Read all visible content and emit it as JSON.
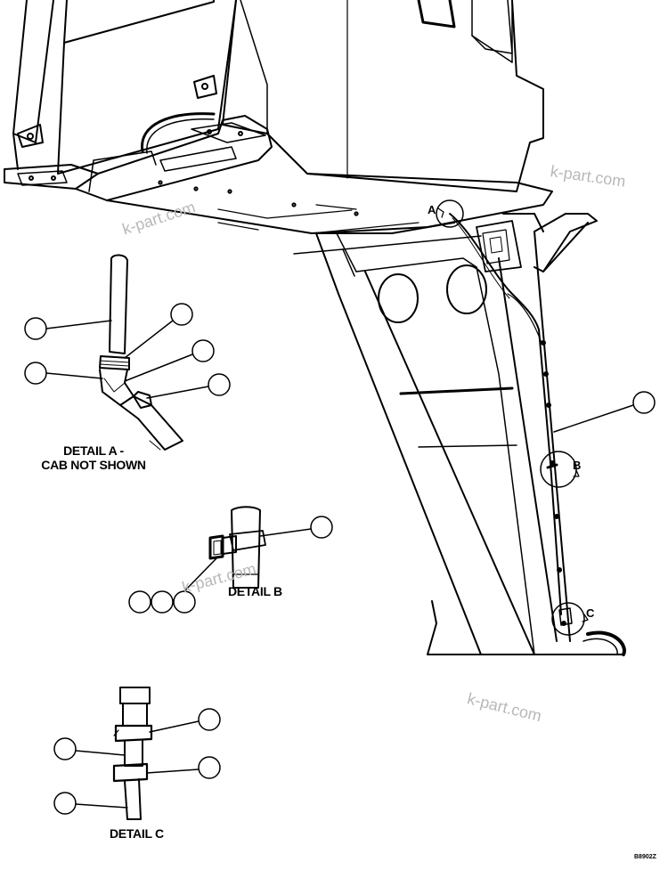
{
  "details": {
    "a_line1": "DETAIL A -",
    "a_line2": "CAB NOT SHOWN",
    "b": "DETAIL B",
    "c": "DETAIL C"
  },
  "view_callouts": {
    "a": "A",
    "b": "B",
    "c": "C"
  },
  "watermark": "k-part.com",
  "figure_code": "B8902Z",
  "colors": {
    "line": "#000000",
    "watermark": "#b8b8b8",
    "background": "#ffffff"
  }
}
